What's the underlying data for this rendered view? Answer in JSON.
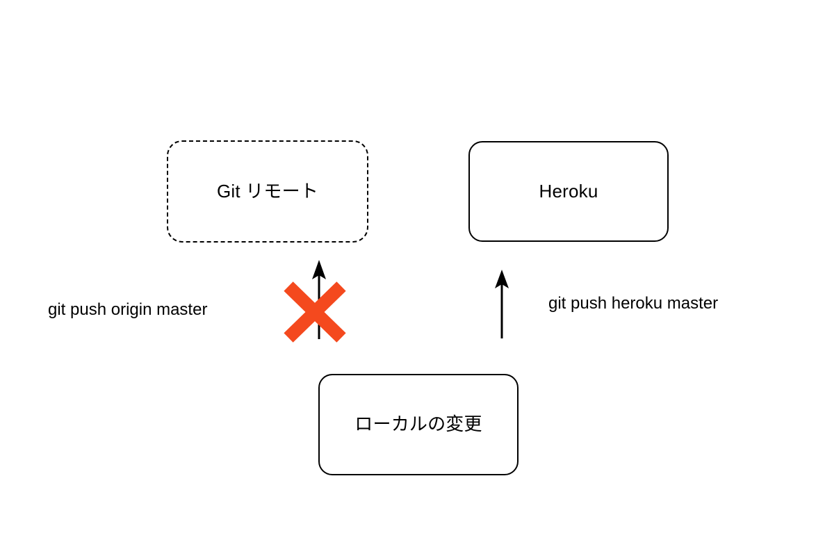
{
  "diagram": {
    "title": "Git push targets",
    "background_color": "#ffffff",
    "stroke_color": "#000000",
    "blocked_color": "#F4491E",
    "nodes": [
      {
        "id": "git-remote",
        "label": "Git リモート",
        "shape": "rounded-rectangle",
        "border_style": "dashed"
      },
      {
        "id": "heroku",
        "label": "Heroku",
        "shape": "rounded-rectangle",
        "border_style": "solid"
      },
      {
        "id": "local-changes",
        "label": "ローカルの変更",
        "shape": "rounded-rectangle",
        "border_style": "solid"
      }
    ],
    "edges": [
      {
        "id": "origin",
        "label": "git push origin master",
        "from": "local-changes",
        "to": "git-remote",
        "direction": "up",
        "blocked": true,
        "blocked_marker": "x-mark"
      },
      {
        "id": "heroku",
        "label": "git push heroku master",
        "from": "local-changes",
        "to": "heroku",
        "direction": "up",
        "blocked": false,
        "blocked_marker": ""
      }
    ]
  }
}
